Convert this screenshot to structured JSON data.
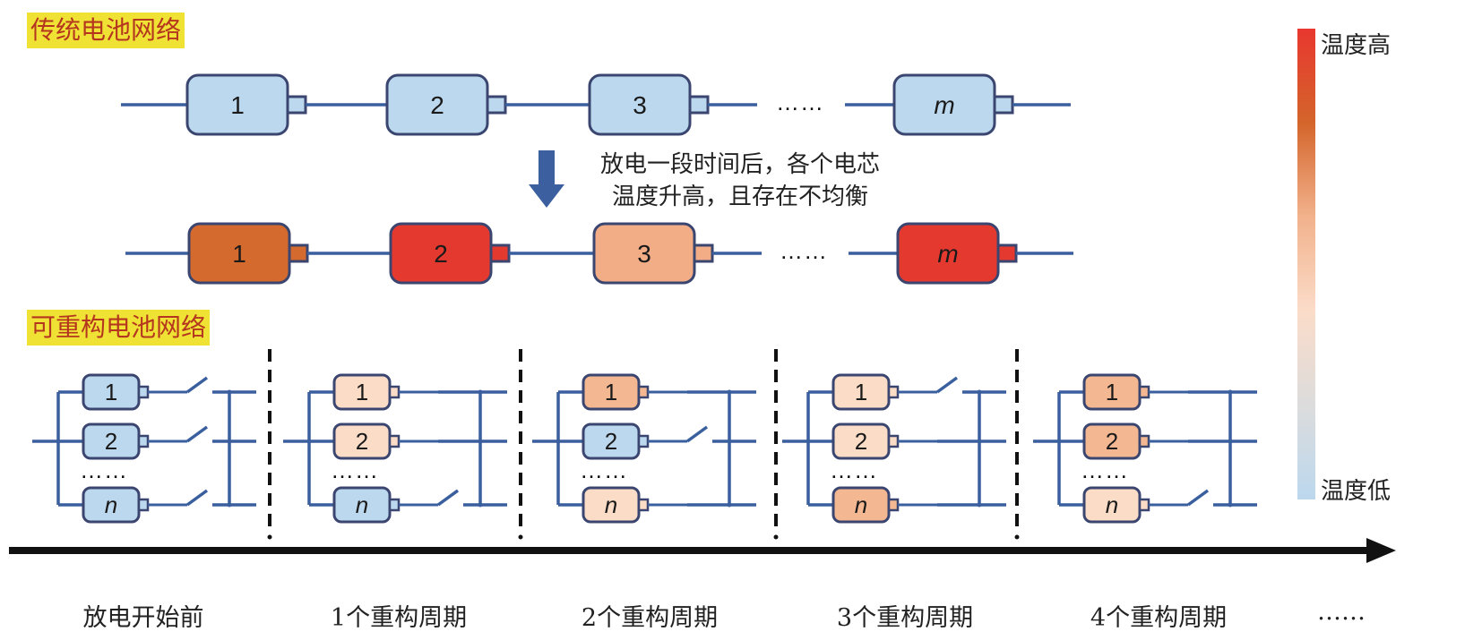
{
  "title_traditional": "传统电池网络",
  "title_reconfigurable": "可重构电池网络",
  "transition_note": {
    "line1": "放电一段时间后，各个电芯",
    "line2": "温度升高，且存在不均衡"
  },
  "colors": {
    "wire": "#3a5f9e",
    "cell_border": "#3b4670",
    "cold": "#bcd8ee",
    "warm_light": "#fbdcc7",
    "warm_mid": "#f3b791",
    "peach": "#f2ad87",
    "orange": "#d56a2e",
    "red": "#e4392f",
    "label_bg": "#f0e234",
    "label_text": "#b4361f"
  },
  "traditional": {
    "ellipsis": "……",
    "before": [
      {
        "label": "1",
        "italic": false,
        "temp": "cold"
      },
      {
        "label": "2",
        "italic": false,
        "temp": "cold"
      },
      {
        "label": "3",
        "italic": false,
        "temp": "cold"
      },
      {
        "label": "m",
        "italic": true,
        "temp": "cold"
      }
    ],
    "after": [
      {
        "label": "1",
        "italic": false,
        "temp": "orange"
      },
      {
        "label": "2",
        "italic": false,
        "temp": "red"
      },
      {
        "label": "3",
        "italic": false,
        "temp": "peach"
      },
      {
        "label": "m",
        "italic": true,
        "temp": "red"
      }
    ]
  },
  "reconfigurable": {
    "ellipsis": "……",
    "periods": [
      {
        "label": "放电开始前",
        "cells": [
          {
            "label": "1",
            "italic": false,
            "temp": "cold",
            "switch": "open"
          },
          {
            "label": "2",
            "italic": false,
            "temp": "cold",
            "switch": "open"
          },
          {
            "label": "n",
            "italic": true,
            "temp": "cold",
            "switch": "open"
          }
        ]
      },
      {
        "label": "1个重构周期",
        "cells": [
          {
            "label": "1",
            "italic": false,
            "temp": "warm_light",
            "switch": "closed"
          },
          {
            "label": "2",
            "italic": false,
            "temp": "warm_light",
            "switch": "closed"
          },
          {
            "label": "n",
            "italic": true,
            "temp": "cold",
            "switch": "open"
          }
        ]
      },
      {
        "label": "2个重构周期",
        "cells": [
          {
            "label": "1",
            "italic": false,
            "temp": "warm_mid",
            "switch": "closed"
          },
          {
            "label": "2",
            "italic": false,
            "temp": "cold",
            "switch": "open"
          },
          {
            "label": "n",
            "italic": true,
            "temp": "warm_light",
            "switch": "closed"
          }
        ]
      },
      {
        "label": "3个重构周期",
        "cells": [
          {
            "label": "1",
            "italic": false,
            "temp": "warm_light",
            "switch": "open"
          },
          {
            "label": "2",
            "italic": false,
            "temp": "warm_light",
            "switch": "closed"
          },
          {
            "label": "n",
            "italic": true,
            "temp": "warm_mid",
            "switch": "closed"
          }
        ]
      },
      {
        "label": "4个重构周期",
        "cells": [
          {
            "label": "1",
            "italic": false,
            "temp": "warm_mid",
            "switch": "closed"
          },
          {
            "label": "2",
            "italic": false,
            "temp": "warm_mid",
            "switch": "closed"
          },
          {
            "label": "n",
            "italic": true,
            "temp": "warm_light",
            "switch": "open"
          }
        ]
      }
    ],
    "timeline_more": "……"
  },
  "legend": {
    "high_label": "温度高",
    "low_label": "温度低",
    "gradient_stops": [
      "#e8372f",
      "#d4652b",
      "#f2b28c",
      "#fbdcc9",
      "#dcdcdc",
      "#bcd8ee"
    ]
  }
}
